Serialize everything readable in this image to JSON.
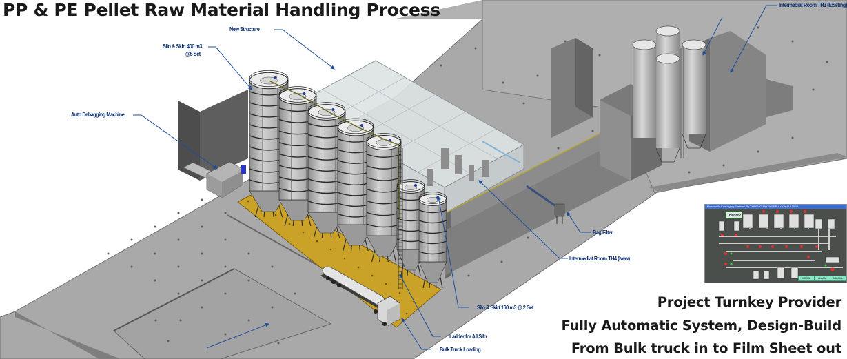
{
  "title": "PP & PE Pellet Raw Material Handling Process",
  "labels": {
    "new_structure": "New Structure",
    "silo_400_line1": "Silo & Skirt 400 m3",
    "silo_400_line2": "@5 Set",
    "auto_debagging": "Auto Debagging Machine",
    "intermediat_th3": "Intermediat Room TH3 (Existing)",
    "bag_filter": "Bag Filter",
    "intermediat_th4": "Intermediat Room TH4 (New)",
    "silo_160": "Silo & Skirt 160 m3 @ 2 Set",
    "ladder": "Ladder  for All Silo",
    "bulk_truck": "Bulk Truck Loading"
  },
  "tagline": [
    "Project Turnkey Provider",
    "Fully Automatic System, Design-Build",
    "From Bulk truck in to Film Sheet out"
  ],
  "hmi": {
    "header": "Pneumatic Conveying Systems By THERMO ENGINEER & CONSULTING",
    "logo": "THERMO",
    "buttons": [
      "LOGIN",
      "ALARM",
      "MANUAL"
    ]
  },
  "colors": {
    "floor": "#a9a9a9",
    "floor_edge": "#6e6e6e",
    "wall_dark": "#5a5a5a",
    "silo": "#b4b4b4",
    "platform": "#c9a227",
    "label": "#0b2d6b",
    "leader": "#1f4f9a",
    "glass": "#d9dfe0"
  }
}
